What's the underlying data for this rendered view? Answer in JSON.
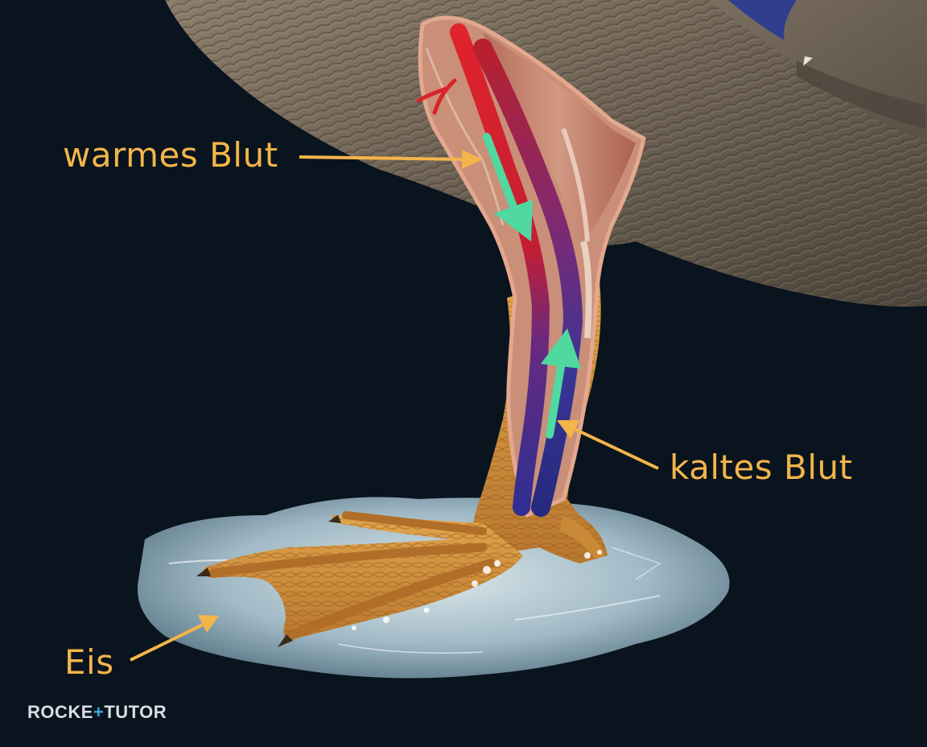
{
  "labels": {
    "warm_blood": "warmes Blut",
    "cold_blood": "kaltes Blut",
    "ice": "Eis"
  },
  "logo": {
    "text": "ROCKE+TUTOR",
    "part1": "ROCKE",
    "plus": "+",
    "part2": "TUTOR"
  },
  "colors": {
    "background": "#0a141e",
    "label": "#f3b54a",
    "flow_arrow": "#4fd9a0",
    "artery": "#d8202a",
    "vein": "#2e2f8f",
    "ice": "#cfe2ea",
    "foot": "#d9983c",
    "feathers": "#6f6457"
  }
}
